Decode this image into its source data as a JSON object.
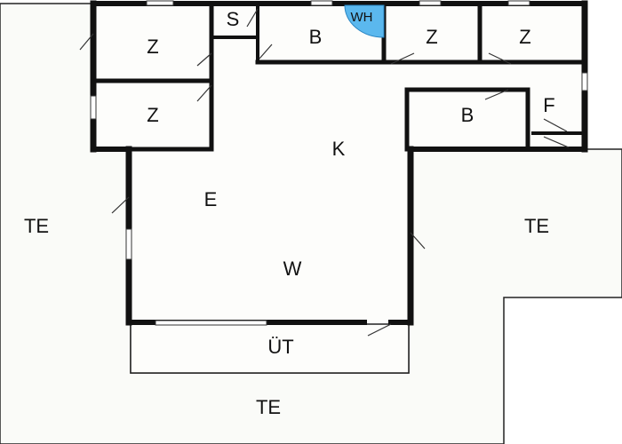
{
  "colors": {
    "wall": "#111111",
    "terrace_fill": "#fafbf8",
    "floor_fill": "#fdfdfb",
    "water_heater": "#5bb8ee",
    "door": "#333333"
  },
  "rooms": [
    {
      "label": "Z"
    },
    {
      "label": "Z"
    },
    {
      "label": "S"
    },
    {
      "label": "B"
    },
    {
      "label": "WH"
    },
    {
      "label": "Z"
    },
    {
      "label": "Z"
    },
    {
      "label": "B"
    },
    {
      "label": "F"
    },
    {
      "label": "K"
    },
    {
      "label": "E"
    },
    {
      "label": "W"
    },
    {
      "label": "TE"
    },
    {
      "label": "TE"
    },
    {
      "label": "ÜT"
    },
    {
      "label": "TE"
    }
  ]
}
